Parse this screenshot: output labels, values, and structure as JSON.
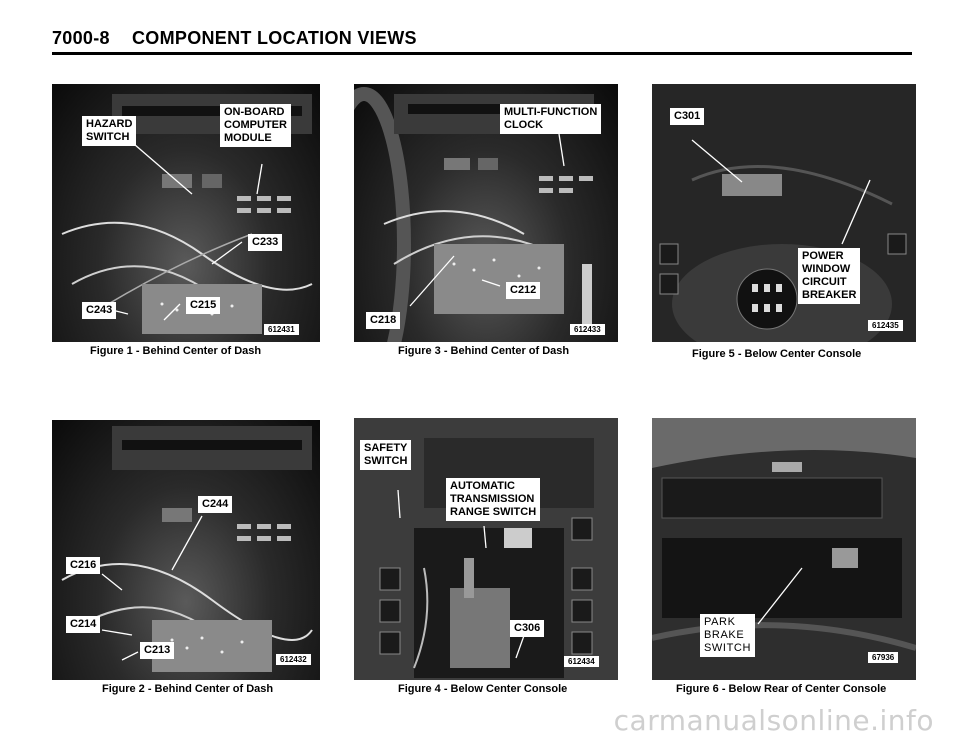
{
  "header": {
    "page_number": "7000-8",
    "title": "COMPONENT LOCATION VIEWS"
  },
  "figures": [
    {
      "caption": "Figure 1 - Behind Center of Dash",
      "photo_id": "612431",
      "callouts": [
        "HAZARD\nSWITCH",
        "ON-BOARD\nCOMPUTER\nMODULE",
        "C233",
        "C243",
        "C215"
      ]
    },
    {
      "caption": "Figure 2 - Behind Center of Dash",
      "photo_id": "612432",
      "callouts": [
        "C244",
        "C216",
        "C214",
        "C213"
      ]
    },
    {
      "caption": "Figure 3 - Behind Center of Dash",
      "photo_id": "612433",
      "callouts": [
        "MULTI-FUNCTION\nCLOCK",
        "C212",
        "C218"
      ]
    },
    {
      "caption": "Figure 4 - Below Center Console",
      "photo_id": "612434",
      "callouts": [
        "SAFETY\nSWITCH",
        "AUTOMATIC\nTRANSMISSION\nRANGE SWITCH",
        "C306"
      ]
    },
    {
      "caption": "Figure 5 - Below Center Console",
      "photo_id": "612435",
      "callouts": [
        "C301",
        "POWER\nWINDOW\nCIRCUIT\nBREAKER"
      ]
    },
    {
      "caption": "Figure 6 - Below Rear of Center Console",
      "photo_id": "67936",
      "callouts": [
        "PARK\nBRAKE\nSWITCH"
      ]
    }
  ],
  "watermark": "carmanualsonline.info",
  "colors": {
    "background": "#ffffff",
    "ink": "#000000",
    "photo_dark": "#1a1a1a",
    "watermark": "#cfcfcf"
  }
}
